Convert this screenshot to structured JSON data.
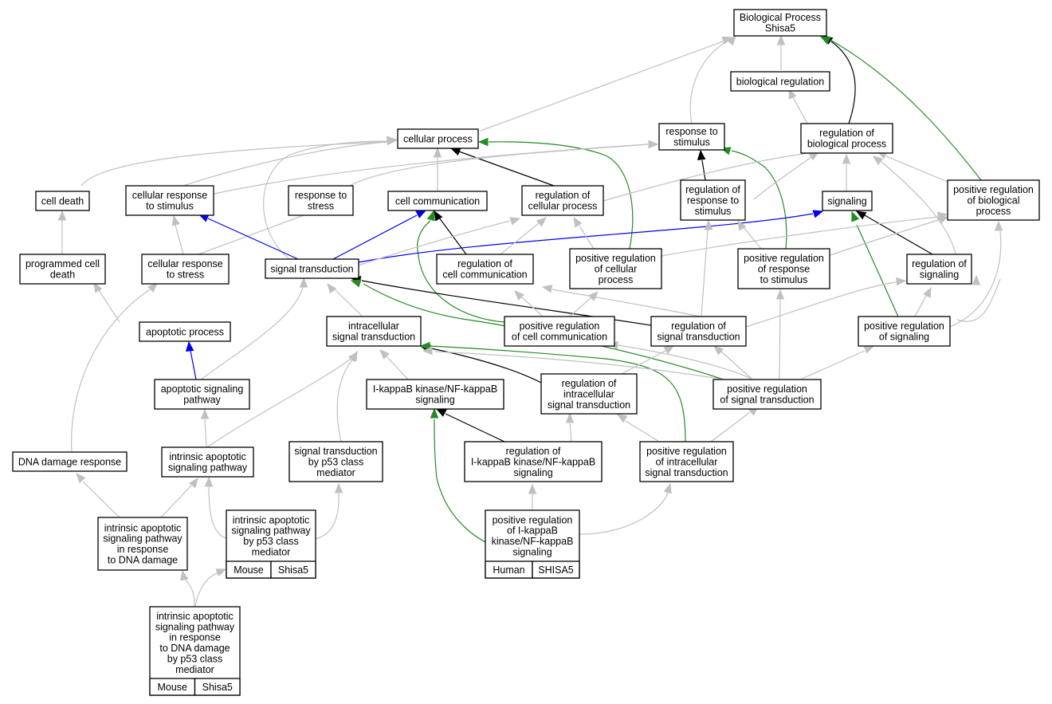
{
  "diagram": {
    "title": "Biological Process Shisa5",
    "colors": {
      "edge_default": "#c0c0c0",
      "edge_black": "#000000",
      "edge_blue": "#0000ee",
      "edge_green": "#228b22",
      "tag_mouse": "#add8e6",
      "tag_human": "#fa6a50",
      "node_border": "#000000",
      "background": "#ffffff"
    },
    "nodes": [
      {
        "id": "bp",
        "lines": [
          "Biological Process",
          "Shisa5"
        ]
      },
      {
        "id": "bioreg",
        "lines": [
          "biological regulation"
        ]
      },
      {
        "id": "cellproc",
        "lines": [
          "cellular process"
        ]
      },
      {
        "id": "resp",
        "lines": [
          "response to",
          "stimulus"
        ]
      },
      {
        "id": "regbio",
        "lines": [
          "regulation of",
          "biological process"
        ]
      },
      {
        "id": "celldeath",
        "lines": [
          "cell death"
        ]
      },
      {
        "id": "cellresp",
        "lines": [
          "cellular response",
          "to stimulus"
        ]
      },
      {
        "id": "respstress",
        "lines": [
          "response to",
          "stress"
        ]
      },
      {
        "id": "cellcomm",
        "lines": [
          "cell communication"
        ]
      },
      {
        "id": "regcell",
        "lines": [
          "regulation of",
          "cellular process"
        ]
      },
      {
        "id": "regresp",
        "lines": [
          "regulation of",
          "response to",
          "stimulus"
        ]
      },
      {
        "id": "signaling",
        "lines": [
          "signaling"
        ]
      },
      {
        "id": "posregbio",
        "lines": [
          "positive regulation",
          "of biological",
          "process"
        ]
      },
      {
        "id": "pcd",
        "lines": [
          "programmed cell",
          "death"
        ]
      },
      {
        "id": "cellrespstress",
        "lines": [
          "cellular response",
          "to stress"
        ]
      },
      {
        "id": "sigtrans",
        "lines": [
          "signal transduction"
        ]
      },
      {
        "id": "regcellcomm",
        "lines": [
          "regulation of",
          "cell communication"
        ]
      },
      {
        "id": "posregcell",
        "lines": [
          "positive regulation",
          "of cellular",
          "process"
        ]
      },
      {
        "id": "posregresp",
        "lines": [
          "positive regulation",
          "of response",
          "to stimulus"
        ]
      },
      {
        "id": "regsig",
        "lines": [
          "regulation of",
          "signaling"
        ]
      },
      {
        "id": "apop",
        "lines": [
          "apoptotic process"
        ]
      },
      {
        "id": "intrasig",
        "lines": [
          "intracellular",
          "signal transduction"
        ]
      },
      {
        "id": "posregcellcomm",
        "lines": [
          "positive regulation",
          "of cell communication"
        ]
      },
      {
        "id": "regsigtrans",
        "lines": [
          "regulation of",
          "signal transduction"
        ]
      },
      {
        "id": "posregsig",
        "lines": [
          "positive regulation",
          "of signaling"
        ]
      },
      {
        "id": "apopsig",
        "lines": [
          "apoptotic signaling",
          "pathway"
        ]
      },
      {
        "id": "ikb",
        "lines": [
          "I-kappaB kinase/NF-kappaB",
          "signaling"
        ]
      },
      {
        "id": "regintra",
        "lines": [
          "regulation of",
          "intracellular",
          "signal transduction"
        ]
      },
      {
        "id": "posregsigtrans",
        "lines": [
          "positive regulation",
          "of signal transduction"
        ]
      },
      {
        "id": "dnadmg",
        "lines": [
          "DNA damage response"
        ]
      },
      {
        "id": "intrapop",
        "lines": [
          "intrinsic apoptotic",
          "signaling pathway"
        ]
      },
      {
        "id": "p53",
        "lines": [
          "signal transduction",
          "by p53 class",
          "mediator"
        ]
      },
      {
        "id": "regikb",
        "lines": [
          "regulation of",
          "I-kappaB kinase/NF-kappaB",
          "signaling"
        ]
      },
      {
        "id": "posregintra",
        "lines": [
          "positive regulation",
          "of intracellular",
          "signal transduction"
        ]
      },
      {
        "id": "intrdna",
        "lines": [
          "intrinsic apoptotic",
          "signaling pathway",
          "in response",
          "to DNA damage"
        ]
      },
      {
        "id": "intrp53",
        "lines": [
          "intrinsic apoptotic",
          "signaling pathway",
          "by p53 class",
          "mediator"
        ],
        "tags": [
          "Mouse",
          "Shisa5"
        ],
        "tag_color": "mouse"
      },
      {
        "id": "posregikb",
        "lines": [
          "positive regulation",
          "of I-kappaB",
          "kinase/NF-kappaB",
          "signaling"
        ],
        "tags": [
          "Human",
          "SHISA5"
        ],
        "tag_color": "human"
      },
      {
        "id": "intrdnap53",
        "lines": [
          "intrinsic apoptotic",
          "signaling pathway",
          "in response",
          "to DNA damage",
          "by p53 class",
          "mediator"
        ],
        "tags": [
          "Mouse",
          "Shisa5"
        ],
        "tag_color": "mouse"
      }
    ]
  }
}
